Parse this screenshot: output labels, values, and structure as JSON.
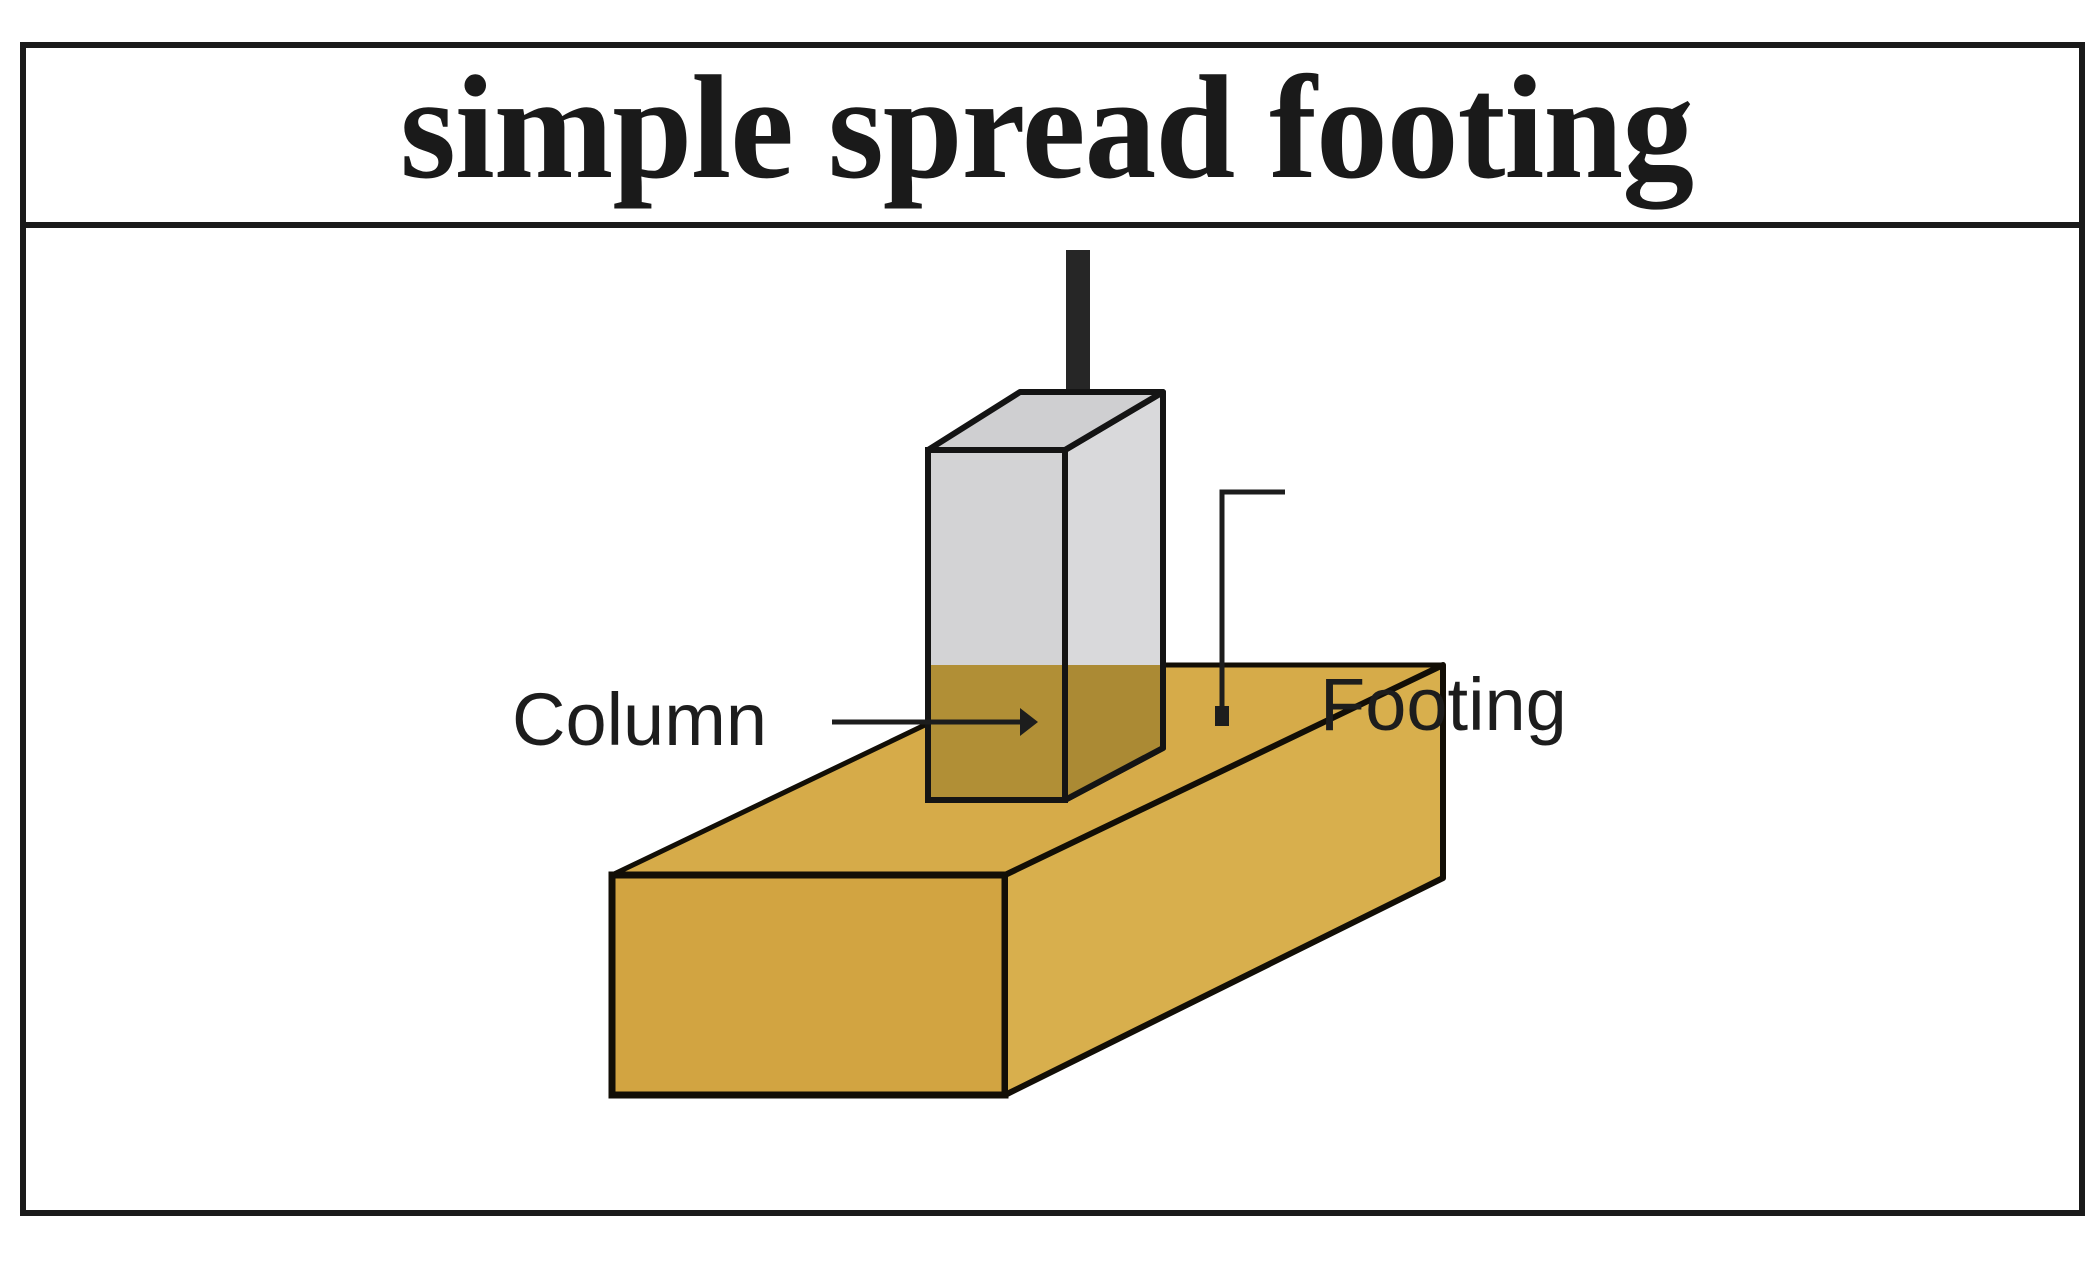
{
  "document": {
    "title": "simple spread footing",
    "type": "engineering-diagram",
    "subject": "shallow foundation / spread footing"
  },
  "title_band": {
    "text": "simple spread footing"
  },
  "diagram": {
    "labels": [
      {
        "id": "column",
        "text": "Column",
        "leader": "horizontal-arrow-right"
      },
      {
        "id": "footing",
        "text": "Footing",
        "leader": "elbow-down-to-dot"
      }
    ],
    "elements": [
      {
        "id": "load-arrow",
        "name": "axial load arrow",
        "direction": "down"
      },
      {
        "id": "column-block",
        "name": "column",
        "shape": "rectangular prism"
      },
      {
        "id": "footing-slab",
        "name": "footing",
        "shape": "rectangular slab"
      }
    ]
  },
  "colors": {
    "frame": "#1a1a1a",
    "ink": "#1d1d1d",
    "footing_top": "#D6AB49",
    "footing_front": "#D2A441",
    "footing_right": "#D8AF4D",
    "footing_shadowed_top": "#B08E33",
    "column_front": "#D3D3D5",
    "column_right": "#D9D9DB",
    "column_top": "#CFCFD1",
    "column_buried": "#B08E33",
    "arrow": "#262626",
    "background": "#FFFFFF"
  }
}
